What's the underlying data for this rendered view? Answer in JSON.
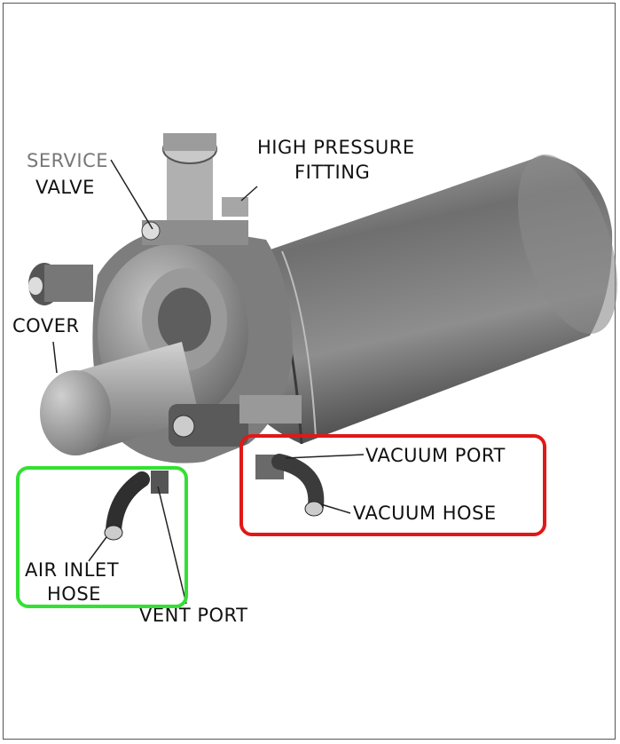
{
  "labels": {
    "service": "SERVICE",
    "valve": "VALVE",
    "high_pressure": "HIGH PRESSURE",
    "fitting": "FITTING",
    "cover": "COVER",
    "vacuum_port": "VACUUM  PORT",
    "vacuum_hose": "VACUUM  HOSE",
    "air_inlet": "AIR  INLET",
    "hose": "HOSE",
    "vent_port": "VENT  PORT"
  },
  "highlights": {
    "green": "#33e033",
    "red": "#e01818"
  }
}
